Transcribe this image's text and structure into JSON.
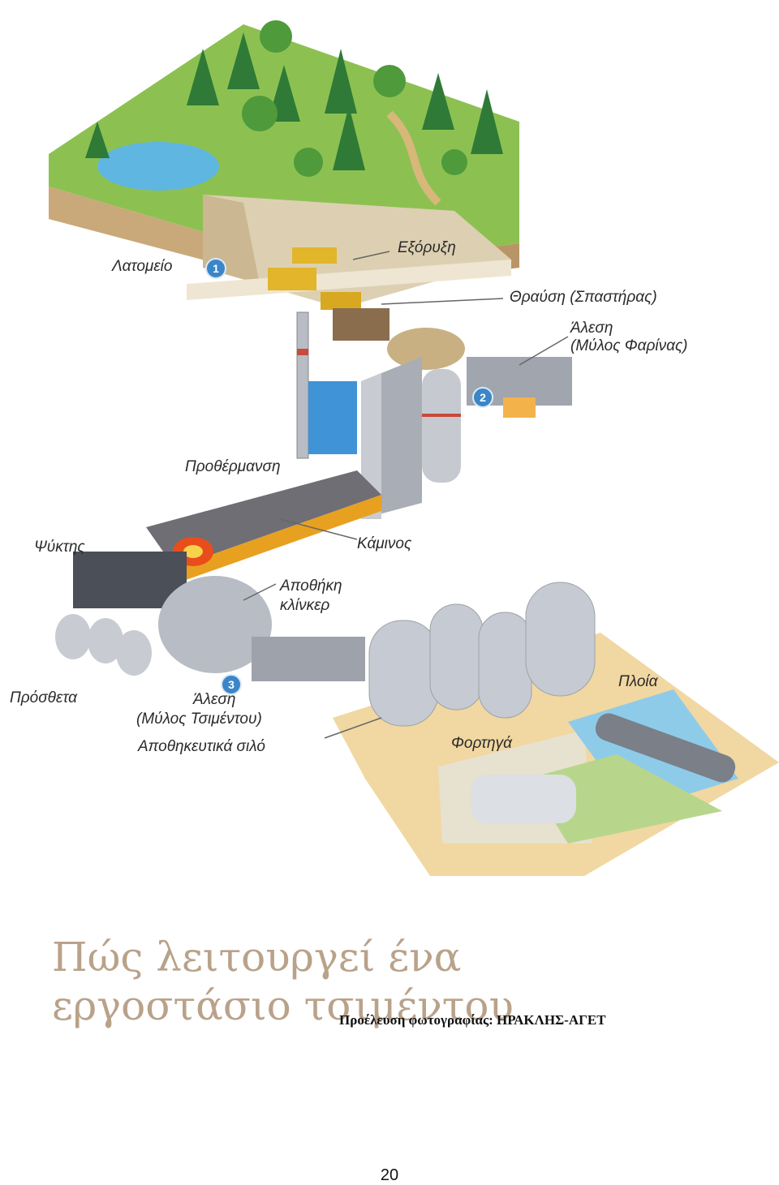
{
  "labels": {
    "quarry": "Λατομείο",
    "extraction": "Εξόρυξη",
    "crushing": "Θραύση (Σπαστήρας)",
    "grinding_raw_1": "Άλεση",
    "grinding_raw_2": "(Μύλος Φαρίνας)",
    "preheating": "Προθέρμανση",
    "kiln": "Κάμινος",
    "cooler": "Ψύκτης",
    "clinker_storage_1": "Αποθήκη",
    "clinker_storage_2": "κλίνκερ",
    "additives": "Πρόσθετα",
    "grinding_cement_1": "Άλεση",
    "grinding_cement_2": "(Μύλος Τσιμέντου)",
    "storage_silos": "Αποθηκευτικά σιλό",
    "trucks": "Φορτηγά",
    "ships": "Πλοία"
  },
  "badges": {
    "b1": "1",
    "b2": "2",
    "b3": "3"
  },
  "title": {
    "line1": "Πώς λειτουργεί ένα",
    "line2": "εργοστάσιο τσιμέντου"
  },
  "credit": "Προέλευση φωτογραφίας: ΗΡΑΚΛΗΣ-ΑΓΕΤ",
  "page_number": "20",
  "colors": {
    "grass": "#7fb24a",
    "water": "#5fb6e0",
    "soil": "#d9c49a",
    "steel": "#b8bcc4",
    "kiln_fire": "#e8a020",
    "title": "#b9a28a"
  }
}
